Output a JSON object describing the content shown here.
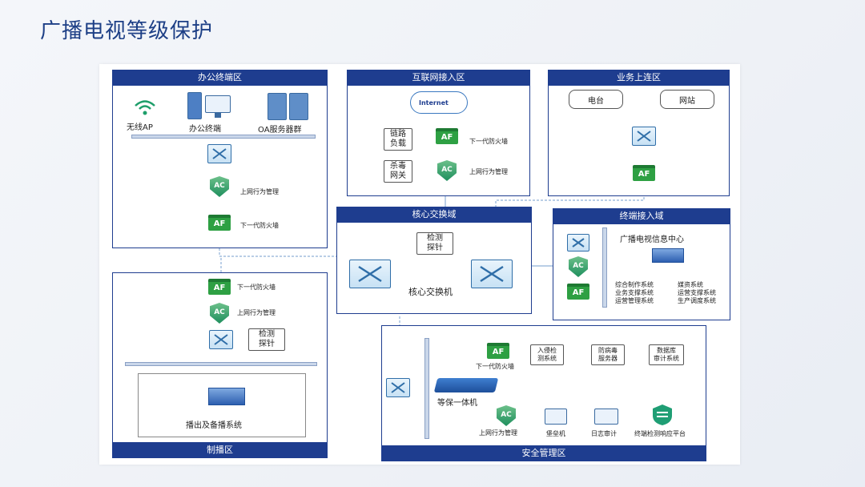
{
  "page_title": "广播电视等级保护",
  "zones": {
    "office": "办公终端区",
    "internet": "互联网接入区",
    "business": "业务上连区",
    "core": "核心交换域",
    "terminal": "终端接入域",
    "broadcast": "制播区",
    "security": "安全管理区"
  },
  "office": {
    "wifi": "无线AP",
    "pc": "办公终端",
    "server": "OA服务器群",
    "ac_label": "上网行为管理",
    "af_label": "下一代防火墙"
  },
  "internet": {
    "cloud": "Internet",
    "link_lb": "链路\n负载",
    "antivirus": "杀毒\n网关",
    "af_label": "下一代防火墙",
    "ac_label": "上网行为管理"
  },
  "business": {
    "tv": "电台",
    "web": "网站"
  },
  "core": {
    "probe": "检测\n探针",
    "switch_label": "核心交换机"
  },
  "terminal": {
    "center": "广播电视信息中心",
    "sys1": "综合制作系统",
    "sys2": "媒资系统",
    "sys3": "业务支撑系统",
    "sys4": "运营支撑系统",
    "sys5": "运营管理系统",
    "sys6": "生产调度系统"
  },
  "broadcast": {
    "af_label": "下一代防火墙",
    "ac_label": "上网行为管理",
    "probe": "检测\n探针",
    "system": "播出及备播系统"
  },
  "security": {
    "af_label": "下一代防火墙",
    "ids": "入侵检\n测系统",
    "antivirus_srv": "防病毒\n服务器",
    "db_audit": "数据库\n审计系统",
    "appliance": "等保一体机",
    "ac_label": "上网行为管理",
    "bastion": "堡垒机",
    "log_audit": "日志审计",
    "endpoint": "终端检测响应平台"
  },
  "badges": {
    "af": "AF",
    "ac": "AC"
  },
  "colors": {
    "zone": "#1e3d8f",
    "af": "#2ea043",
    "title": "#1d3f86"
  }
}
